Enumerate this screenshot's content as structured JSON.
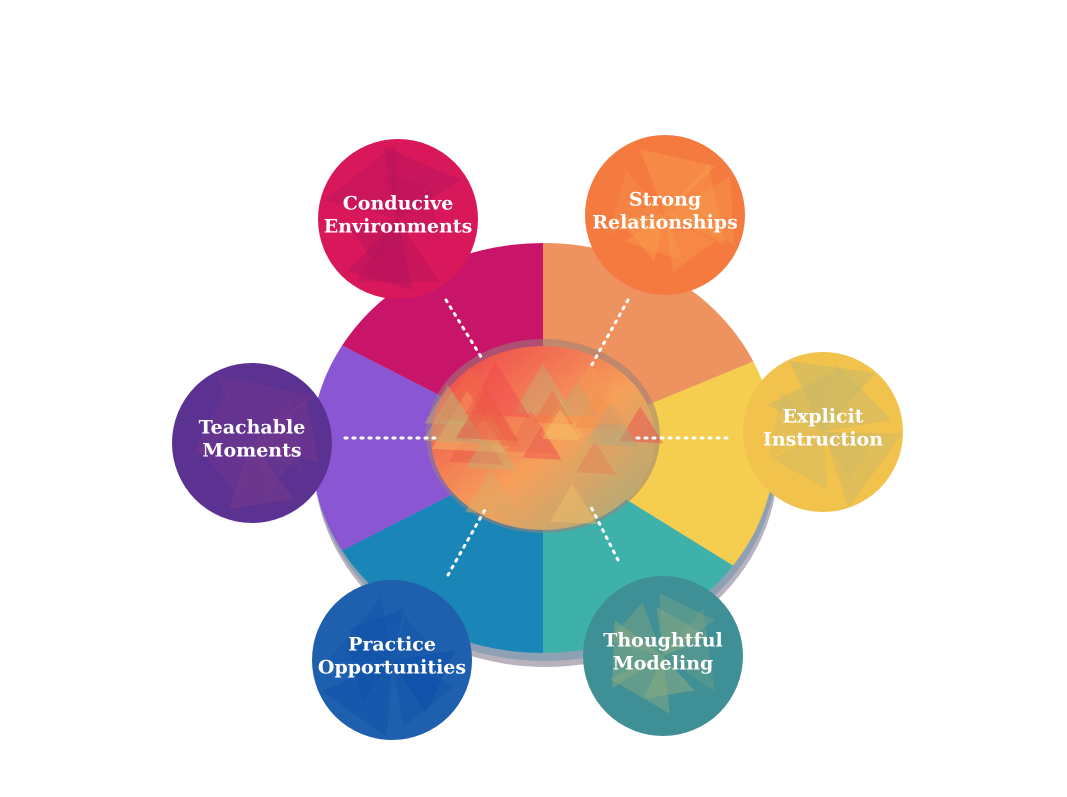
{
  "diagram": {
    "center": {
      "icon": "brain-icon"
    },
    "nodes": [
      {
        "id": "conducive",
        "lines": [
          "Conducive",
          "Environments"
        ],
        "color": "#d8185a",
        "color2": "#b5145c"
      },
      {
        "id": "strong",
        "lines": [
          "Strong",
          "Relationships"
        ],
        "color": "#f57a40",
        "color2": "#f9a54f"
      },
      {
        "id": "explicit",
        "lines": [
          "Explicit",
          "Instruction"
        ],
        "color": "#f1c24c",
        "color2": "#c9b96a"
      },
      {
        "id": "thoughtful",
        "lines": [
          "Thoughtful",
          "Modeling"
        ],
        "color": "#3f8f96",
        "color2": "#8aab82"
      },
      {
        "id": "practice",
        "lines": [
          "Practice",
          "Opportunities"
        ],
        "color": "#1e5fae",
        "color2": "#0b4ea8"
      },
      {
        "id": "teachable",
        "lines": [
          "Teachable",
          "Moments"
        ],
        "color": "#5b3192",
        "color2": "#7a3b8c"
      }
    ],
    "wheel_colors": [
      "#c8156a",
      "#ee935f",
      "#f5cd4f",
      "#3fb1ab",
      "#1a86b8",
      "#8b56d3"
    ]
  }
}
